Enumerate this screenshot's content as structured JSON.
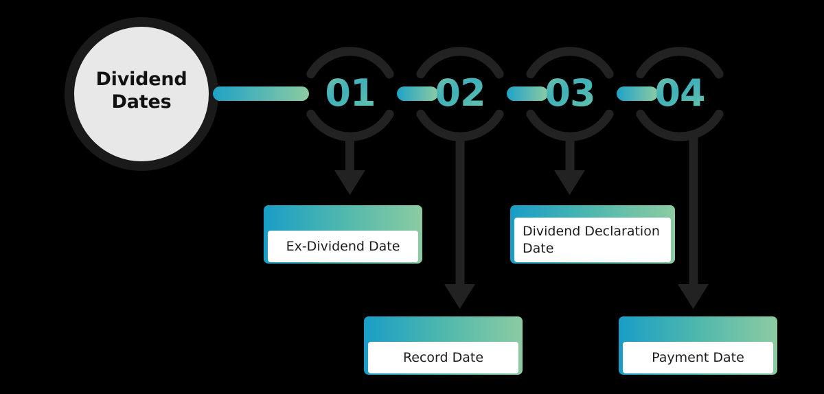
{
  "diagram": {
    "title": "Dividend Dates",
    "hub": {
      "label_line1": "Dividend",
      "label_line2": "Dates",
      "fill": "#e8e8e8",
      "stroke": "#1a1a1a"
    },
    "palette": {
      "gradient_start": "#1c9fc6",
      "gradient_mid": "#4bb6b4",
      "gradient_end": "#8ccba2",
      "ring_stroke": "#222222",
      "arrow": "#222222",
      "card_text": "#1c1c1c",
      "background": "#000000"
    },
    "steps": [
      {
        "number": "01",
        "card_label": "Ex-Dividend Date",
        "card_label_lines": [
          "Ex-Dividend Date"
        ],
        "align": "center",
        "row": "upper"
      },
      {
        "number": "02",
        "card_label": "Record Date",
        "card_label_lines": [
          "Record Date"
        ],
        "align": "center",
        "row": "lower"
      },
      {
        "number": "03",
        "card_label": "Dividend Declaration Date",
        "card_label_lines": [
          "Dividend Declaration",
          "Date"
        ],
        "align": "left",
        "row": "upper"
      },
      {
        "number": "04",
        "card_label": "Payment Date",
        "card_label_lines": [
          "Payment Date"
        ],
        "align": "center",
        "row": "lower"
      }
    ]
  }
}
